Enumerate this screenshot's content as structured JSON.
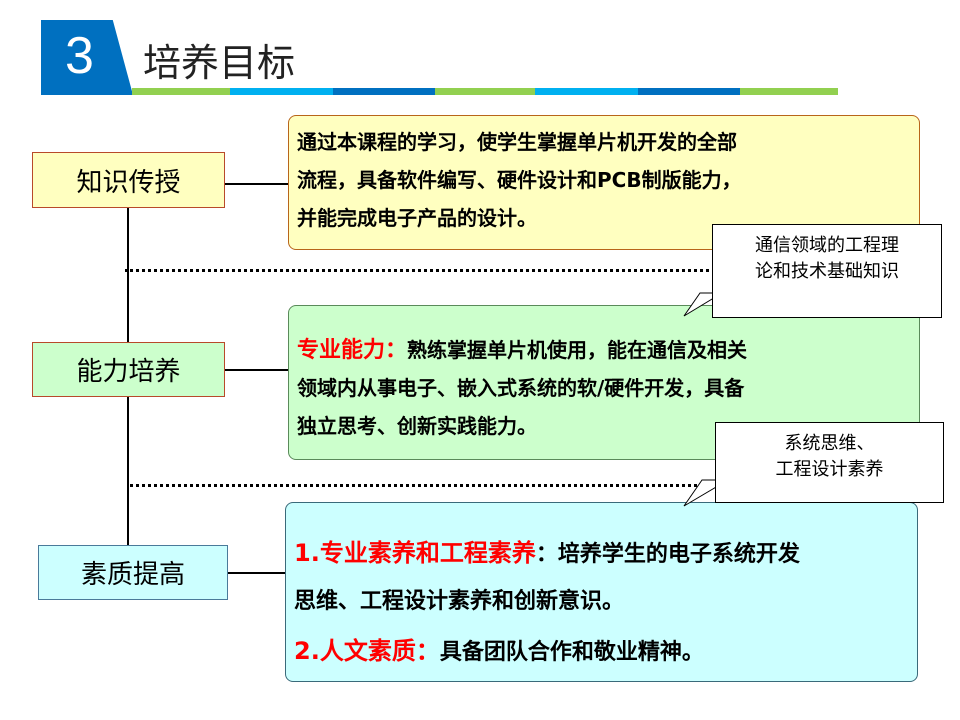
{
  "header": {
    "number": "3",
    "title": "培养目标",
    "stripe_colors": [
      "#92d050",
      "#00b0f0",
      "#0070c0",
      "#92d050",
      "#00b0f0",
      "#0070c0",
      "#92d050"
    ]
  },
  "categories": [
    {
      "label": "知识传授",
      "color": "#ffffc0"
    },
    {
      "label": "能力培养",
      "color": "#ccffcc"
    },
    {
      "label": "素质提高",
      "color": "#ccffff"
    }
  ],
  "knowledge": {
    "lines": [
      "通过本课程的学习，使学生掌握单片机开发的全部",
      "流程，具备软件编写、硬件设计和PCB制版能力，",
      "并能完成电子产品的设计。"
    ]
  },
  "ability": {
    "highlight": "专业能力：",
    "line1": "熟练掌握单片机使用，能在通信及相关",
    "line2": "领域内从事电子、嵌入式系统的软/硬件开发，具备",
    "line3": "独立思考、创新实践能力。"
  },
  "quality": {
    "item1_highlight": "1.专业素养和工程素养",
    "item1_text": "：培养学生的电子系统开发",
    "item1_line2": "思维、工程设计素养和创新意识。",
    "item2_highlight": "2.人文素质：",
    "item2_text": "具备团队合作和敬业精神。"
  },
  "callouts": [
    {
      "line1": "通信领域的工程理",
      "line2": "论和技术基础知识"
    },
    {
      "line1": "系统思维、",
      "line2": "工程设计素养"
    }
  ]
}
